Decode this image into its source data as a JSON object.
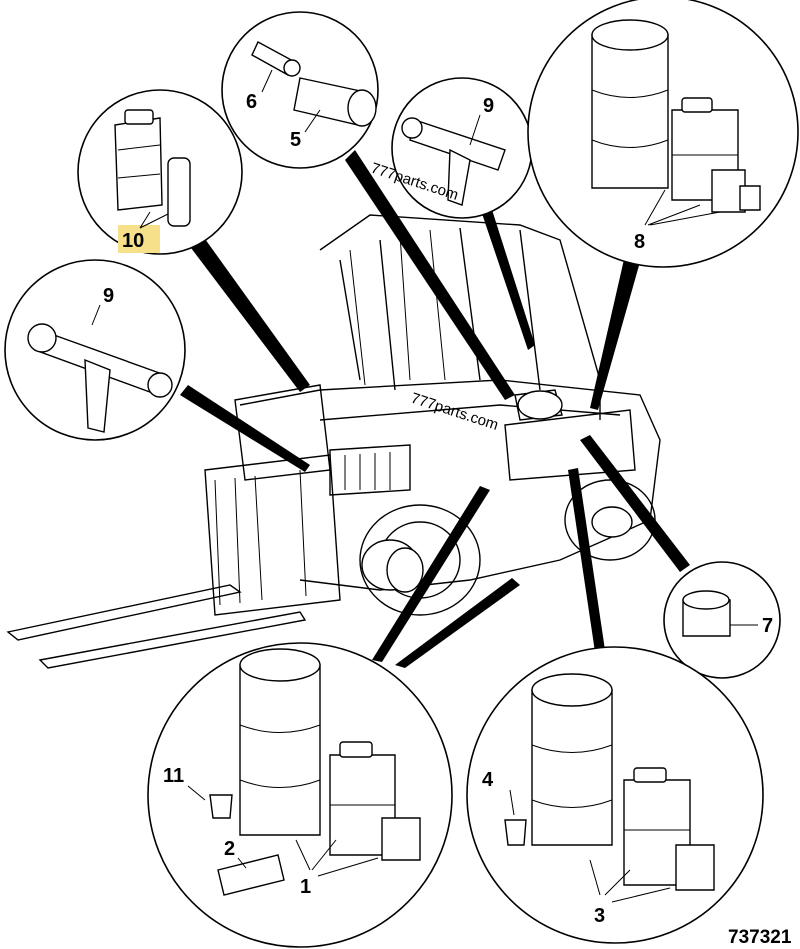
{
  "diagram": {
    "drawing_number": "737321",
    "watermarks": [
      "777parts.com",
      "777parts.com"
    ],
    "highlight_color": "#f7e08a",
    "callouts": [
      {
        "id": "c10",
        "labels": [
          "10"
        ],
        "highlighted": true,
        "parts": [
          "jerrycan",
          "aerosol-can"
        ]
      },
      {
        "id": "c5-6",
        "labels": [
          "6",
          "5"
        ],
        "parts": [
          "small-filter-element",
          "large-filter-element"
        ]
      },
      {
        "id": "c9-top",
        "labels": [
          "9"
        ],
        "parts": [
          "grease-gun"
        ]
      },
      {
        "id": "c8",
        "labels": [
          "8"
        ],
        "parts": [
          "drum",
          "jerrycan",
          "small-container",
          "cup"
        ]
      },
      {
        "id": "c9-left",
        "labels": [
          "9"
        ],
        "parts": [
          "grease-gun"
        ]
      },
      {
        "id": "c7",
        "labels": [
          "7"
        ],
        "parts": [
          "oil-filter"
        ]
      },
      {
        "id": "c1",
        "labels": [
          "11",
          "2",
          "1"
        ],
        "parts": [
          "drum",
          "jerrycan",
          "small-container",
          "cup",
          "filter-element"
        ]
      },
      {
        "id": "c3",
        "labels": [
          "4",
          "3"
        ],
        "parts": [
          "drum",
          "jerrycan",
          "small-container",
          "cup"
        ]
      }
    ]
  }
}
